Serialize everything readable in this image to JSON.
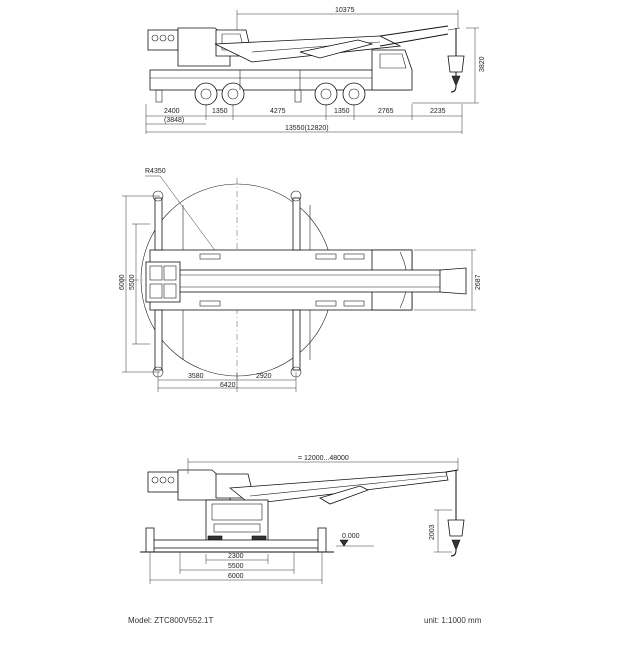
{
  "side_view": {
    "dim_top": "10375",
    "dim_height": "3820",
    "dim_row1": [
      "2400",
      "1350",
      "4275",
      "1350",
      "2765",
      "2235"
    ],
    "dim_row2": "(3848)",
    "dim_total": "13550(12820)"
  },
  "plan_view": {
    "radius": "R4350",
    "dim_outer_width": "6000",
    "dim_inner_width": "5500",
    "dim_right_width": "2687",
    "dim_bottom_left": "3580",
    "dim_bottom_right": "2920",
    "dim_bottom_total": "6420"
  },
  "front_view": {
    "dim_boom": "= 12000...48000",
    "dim_hook": "2003",
    "ground_level": "0.000",
    "dim_base": [
      "2300",
      "5500",
      "6000"
    ]
  },
  "footer": {
    "model": "Model: ZTC800V552.1T",
    "unit": "unit: 1:1000 mm"
  }
}
